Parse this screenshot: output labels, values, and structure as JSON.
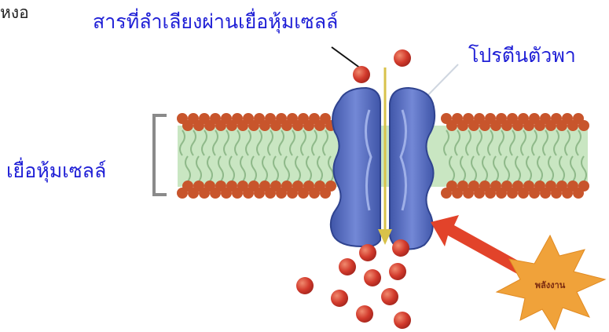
{
  "labels": {
    "cut_text": "หงอ",
    "substance": "สารที่ลำเลียงผ่านเยื่อหุ้มเซลล์",
    "carrier_protein": "โปรตีนตัวพา",
    "membrane": "เยื่อหุ้มเซลล์",
    "energy": "พลังงาน"
  },
  "colors": {
    "label_text": "#1f1fd6",
    "lipid_head": "#c8552c",
    "lipid_tail": "#bfe0b6",
    "protein": "#5b70c4",
    "particle": "#d23a2c",
    "energy_burst": "#f0a23a",
    "energy_arrow": "#e2432a",
    "transport_arrow": "#d8c24a"
  }
}
